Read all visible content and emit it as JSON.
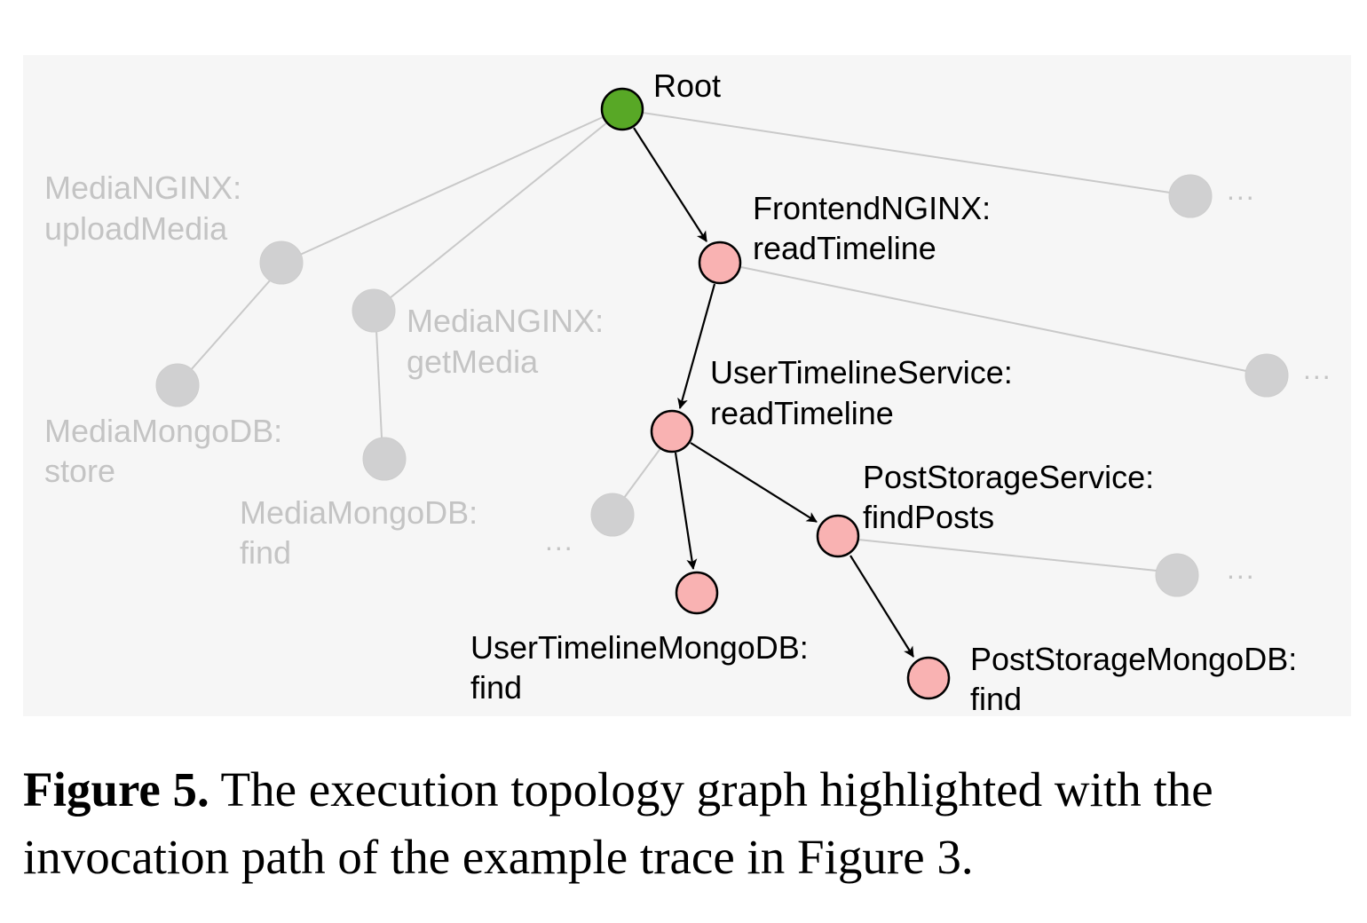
{
  "nodes": {
    "root": {
      "label1": "Root",
      "label2": ""
    },
    "frontend": {
      "label1": "FrontendNGINX:",
      "label2": "readTimeline"
    },
    "user_timeline": {
      "label1": "UserTimelineService:",
      "label2": "readTimeline"
    },
    "post_storage": {
      "label1": "PostStorageService:",
      "label2": "findPosts"
    },
    "user_timeline_mongo": {
      "label1": "UserTimelineMongoDB:",
      "label2": "find"
    },
    "post_storage_mongo": {
      "label1": "PostStorageMongoDB:",
      "label2": "find"
    },
    "media_upload": {
      "label1": "MediaNGINX:",
      "label2": "uploadMedia"
    },
    "media_get": {
      "label1": "MediaNGINX:",
      "label2": "getMedia"
    },
    "media_mongo_store": {
      "label1": "MediaMongoDB:",
      "label2": "store"
    },
    "media_mongo_find": {
      "label1": "MediaMongoDB:",
      "label2": "find"
    }
  },
  "ellipsis": "...",
  "colors": {
    "root": "#58a826",
    "highlighted": "#f9b2b2",
    "dimmed": "#d0d0d1"
  },
  "caption": {
    "label": "Figure 5.",
    "text": " The execution topology graph highlighted with the invocation path of the example trace in Figure 3."
  }
}
